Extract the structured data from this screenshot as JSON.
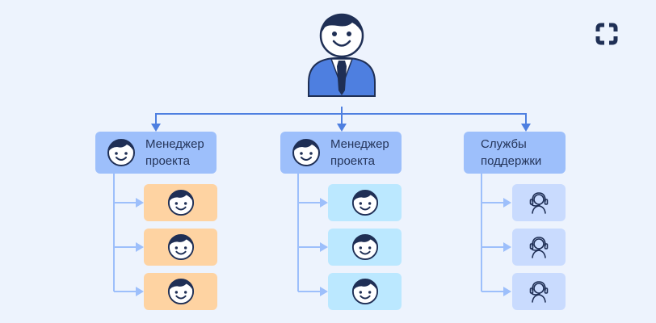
{
  "diagram": {
    "title": "Org structure",
    "root": {
      "role": "head",
      "icon": "manager-person-icon"
    },
    "branches": [
      {
        "label_line1": "Менеджер",
        "label_line2": "проекта",
        "icon": "face-icon",
        "leaf_icon": "face-icon",
        "leaf_count": 3,
        "leaf_color": "#FED3A2"
      },
      {
        "label_line1": "Менеджер",
        "label_line2": "проекта",
        "icon": "face-icon",
        "leaf_icon": "face-icon",
        "leaf_count": 3,
        "leaf_color": "#BBE8FF"
      },
      {
        "label_line1": "Службы",
        "label_line2": "поддержки",
        "icon": null,
        "leaf_icon": "headset-operator-icon",
        "leaf_count": 3,
        "leaf_color": "#C9DBFE"
      }
    ]
  },
  "colors": {
    "background": "#EDF3FD",
    "primary_connector": "#4E7FE0",
    "secondary_connector": "#9DBFFB",
    "manager_box": "#9DBFFB",
    "ink": "#1F2F55",
    "suit": "#4E7FE0"
  },
  "logo": {
    "icon": "brand-logo-icon"
  }
}
